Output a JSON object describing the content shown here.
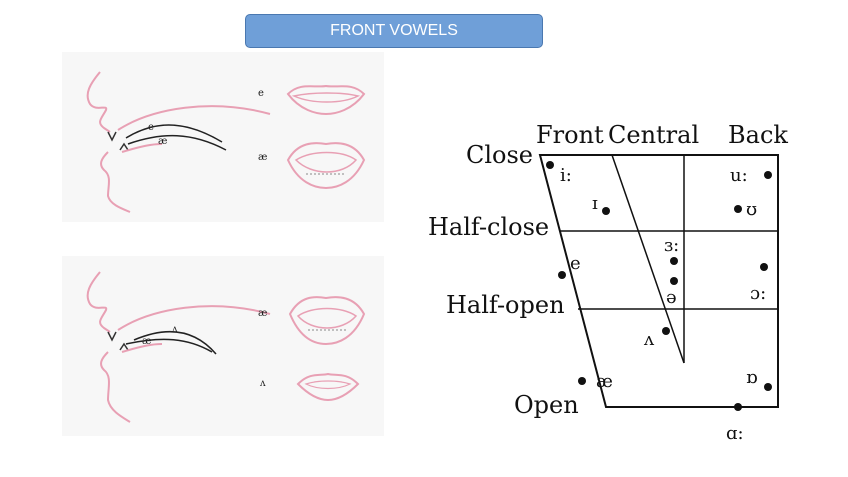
{
  "header": {
    "title": "FRONT VOWELS"
  },
  "panels": {
    "top": {
      "tongue_labels": [
        "e",
        "æ"
      ],
      "lip_labels": [
        "e",
        "æ"
      ]
    },
    "bottom": {
      "tongue_labels": [
        "ʌ",
        "æ"
      ],
      "lip_labels": [
        "æ",
        "ʌ"
      ]
    }
  },
  "chart": {
    "columns": [
      "Front",
      "Central",
      "Back"
    ],
    "rows": [
      "Close",
      "Half-close",
      "Half-open",
      "Open"
    ],
    "vowels": {
      "i": "i:",
      "I": "ɪ",
      "e": "e",
      "ae": "æ",
      "er": "ɜ:",
      "schwa": "ə",
      "wedge": "ʌ",
      "u": "u:",
      "U": "ʊ",
      "oo": "ɔ:",
      "o": "ɒ",
      "a": "ɑ:"
    }
  },
  "colors": {
    "pink": "#e8a0b4",
    "accent": "#6f9fd8"
  }
}
